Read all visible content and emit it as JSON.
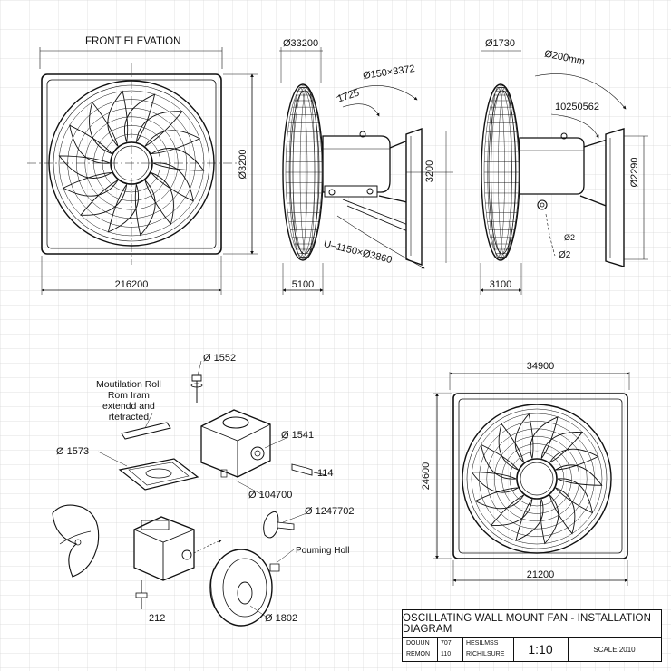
{
  "front_view": {
    "title": "FRONT ELEVATION",
    "width_dim": "216200",
    "height_dim": "Ø3200"
  },
  "side_view_1": {
    "top_dim": "Ø33200",
    "diag_dim": "Ø150×3372",
    "angle_dim": "1725",
    "height_dim": "3200",
    "bracket_dim": "U–1150×Ø3860",
    "base_dim": "5100"
  },
  "side_view_2": {
    "top_dim": "Ø1730",
    "diag_dim": "Ø200mm",
    "note_dim": "10250562",
    "height_dim": "Ø2290",
    "small_dim_a": "Ø2",
    "small_dim_b": "Ø2",
    "base_dim": "3100"
  },
  "exploded_view": {
    "label_lines": [
      "Moutilation Roll",
      "Rom Iram",
      "extendd and",
      "rtetracted"
    ],
    "dims": [
      "Ø 1552",
      "Ø 1541",
      "Ø 1573",
      "114",
      "Ø 104700",
      "Ø 1247702",
      "212",
      "Ø 1802"
    ],
    "pointing_label": "Pouming Holl"
  },
  "grille_view": {
    "width_dim": "34900",
    "height_dim": "24600",
    "base_dim": "21200"
  },
  "title_block": {
    "title": "OSCILLATING WALL MOUNT FAN - INSTALLATION DIAGRAM",
    "cells": [
      {
        "k": "DOUUN",
        "v": "707"
      },
      {
        "k": "REMON",
        "v": "110"
      },
      {
        "k": "HESILMSS",
        "v": ""
      },
      {
        "k": "RICHILSURE",
        "v": ""
      }
    ],
    "scale_main": "1:10",
    "scale_note": "SCALE 2010"
  }
}
